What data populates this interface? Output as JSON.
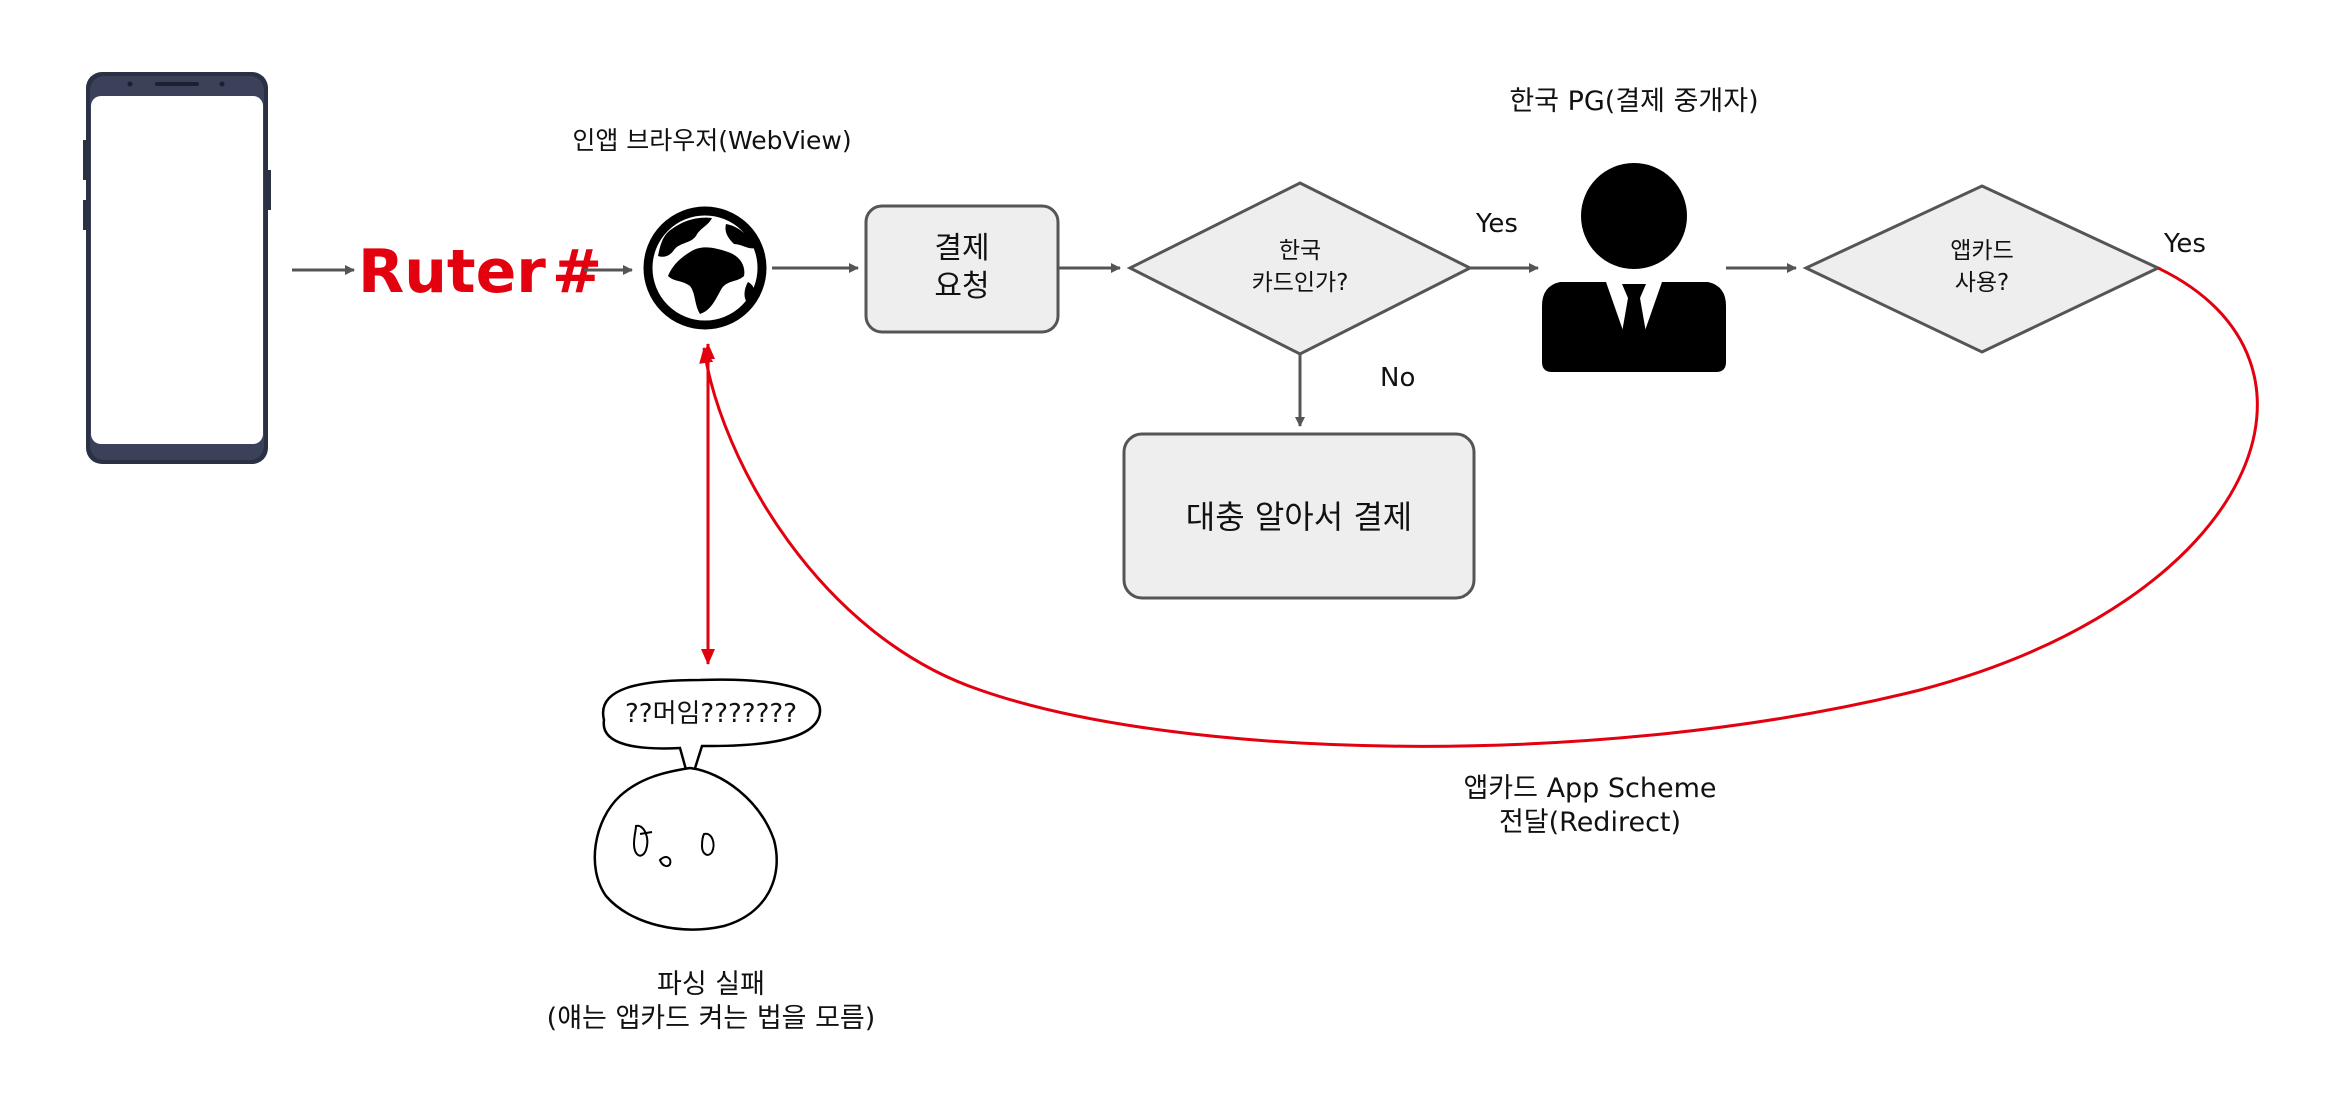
{
  "brand": {
    "name": "Ruter",
    "mark": "#"
  },
  "labels": {
    "webview": "인앱 브라우저(WebView)",
    "pg": "한국 PG(결제 중개자)",
    "parse_fail_1": "파싱 실패",
    "parse_fail_2": "(얘는 앱카드 켜는 법을 모름)",
    "redirect_1": "앱카드 App Scheme",
    "redirect_2": "전달(Redirect)"
  },
  "nodes": {
    "pay_request": {
      "line1": "결제",
      "line2": "요청"
    },
    "korea_card": {
      "line1": "한국",
      "line2": "카드인가?"
    },
    "appcard": {
      "line1": "앱카드",
      "line2": "사용?"
    },
    "fallback": {
      "label": "대충 알아서 결제"
    }
  },
  "edges": {
    "yes_1": "Yes",
    "no_1": "No",
    "yes_2": "Yes"
  },
  "doodle": {
    "speech": "??머임???????"
  },
  "colors": {
    "arrow": "#555555",
    "redirect": "#e3000f",
    "box_fill": "#eeeeee",
    "box_stroke": "#555555",
    "brand": "#e3000f"
  }
}
